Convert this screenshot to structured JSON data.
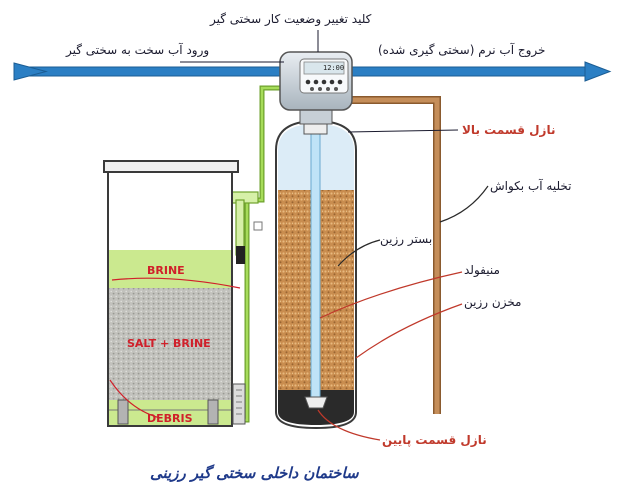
{
  "labels": {
    "control_valve": "کلید تغییر وضعیت کار سختی گیر",
    "hard_water_inlet": "ورود آب سخت به سختی گیر",
    "soft_water_outlet": "خروج آب نرم (سختی گیری شده)",
    "upper_nozzle": "نازل قسمت بالا",
    "backwash_drain": "تخلیه آب بکواش",
    "resin_bed": "بستر رزین",
    "manifold": "منیفولد",
    "resin_tank": "مخزن رزین",
    "lower_nozzle": "نازل قسمت پایین",
    "title": "ساختمان داخلی سختی گیر رزینی"
  },
  "brine_tank": {
    "brine": "BRINE",
    "salt_brine": "SALT + BRINE",
    "debris": "DEBRIS"
  },
  "valve_display": "12:00",
  "colors": {
    "water_pipe": "#2b7fc4",
    "drain_pipe": "#b07a4a",
    "brine_line": "#8fcf3f",
    "resin": "#c98d4f",
    "label_red": "#c0392b",
    "title_blue": "#1f3a8a"
  }
}
